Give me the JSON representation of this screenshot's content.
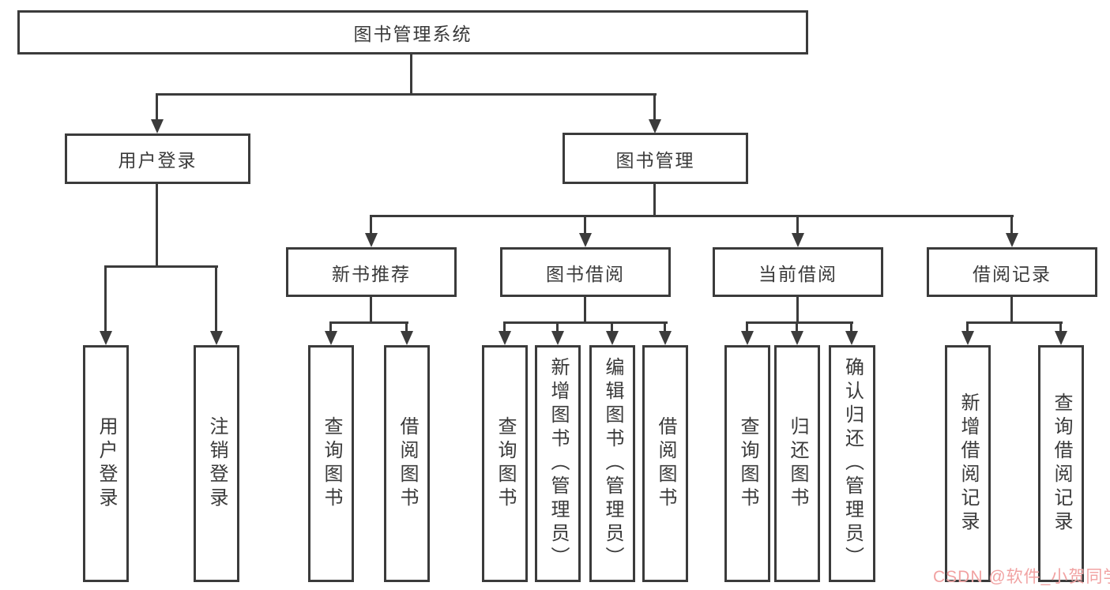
{
  "tree": {
    "label": "图书管理系统",
    "children": [
      {
        "label": "用户登录",
        "children": [
          {
            "label": "用户登录"
          },
          {
            "label": "注销登录"
          }
        ]
      },
      {
        "label": "图书管理",
        "children": [
          {
            "label": "新书推荐",
            "children": [
              {
                "label": "查询图书"
              },
              {
                "label": "借阅图书"
              }
            ]
          },
          {
            "label": "图书借阅",
            "children": [
              {
                "label": "查询图书"
              },
              {
                "label": "新增图书（管理员）"
              },
              {
                "label": "编辑图书（管理员）"
              },
              {
                "label": "借阅图书"
              }
            ]
          },
          {
            "label": "当前借阅",
            "children": [
              {
                "label": "查询图书"
              },
              {
                "label": "归还图书"
              },
              {
                "label": "确认归还（管理员）"
              }
            ]
          },
          {
            "label": "借阅记录",
            "children": [
              {
                "label": "新增借阅记录"
              },
              {
                "label": "查询借阅记录"
              }
            ]
          }
        ]
      }
    ]
  },
  "watermark": {
    "text": "CSDN @软件_小贺同学"
  },
  "colors": {
    "line": "#3b3b3b",
    "text": "#3a3a3a",
    "watermark": "#f1a2a2",
    "background": "#ffffff"
  }
}
